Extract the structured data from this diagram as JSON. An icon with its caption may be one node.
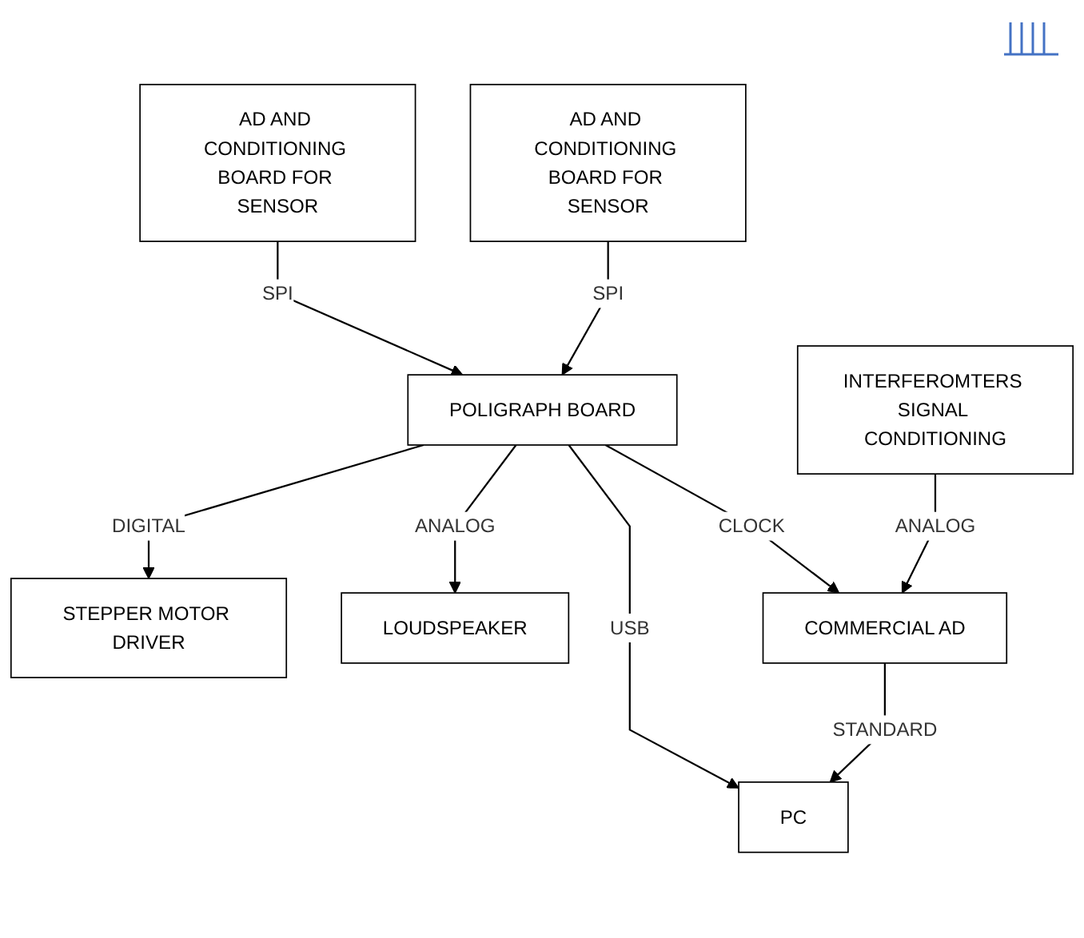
{
  "diagram": {
    "nodes": [
      {
        "text": [
          "STEPPER MOTOR DRIVER"
        ]
      },
      {
        "text": [
          "LOUDSPEAKER"
        ]
      },
      {
        "text": [
          "POLIGRAPH BOARD"
        ]
      },
      {
        "text": [
          "AD AND CONDITIONING BOARD FOR SENSOR"
        ]
      },
      {
        "text": [
          "AD AND CONDITIONING BOARD FOR SENSOR"
        ]
      },
      {
        "text": [
          "PC"
        ]
      },
      {
        "text": [
          "COMMERCIAL AD"
        ]
      },
      {
        "text": [
          "INTERFEROMTERS SIGNAL CONDITIONING"
        ]
      }
    ],
    "edges": [
      {
        "from": 2,
        "to": 0,
        "arrow": "to",
        "label": "DIGITAL"
      },
      {
        "from": 2,
        "to": 1,
        "arrow": "to",
        "label": "ANALOG"
      },
      {
        "from": 3,
        "to": 2,
        "arrow": "to",
        "label": "SPI"
      },
      {
        "from": 4,
        "to": 2,
        "arrow": "to",
        "label": "SPI"
      },
      {
        "from": 2,
        "to": 5,
        "arrow": "to",
        "label": "USB"
      },
      {
        "from": 2,
        "to": 6,
        "arrow": "to",
        "label": "CLOCK"
      },
      {
        "from": 6,
        "to": 5,
        "arrow": "to",
        "label": "STANDARD"
      },
      {
        "from": 7,
        "to": 6,
        "arrow": "to",
        "label": "ANALOG"
      }
    ]
  }
}
